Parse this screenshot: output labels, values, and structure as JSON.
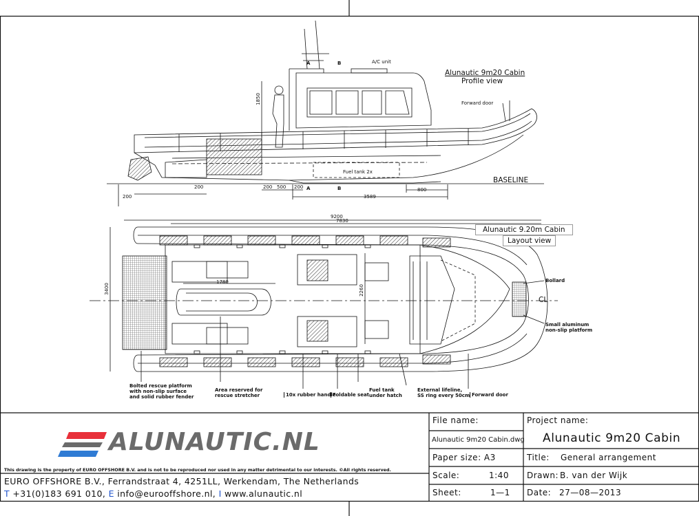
{
  "profile": {
    "title": "Alunautic 9m20 Cabin",
    "subtitle": "Profile view",
    "labels": {
      "ac_unit": "A/C unit",
      "forward_door": "Forward door",
      "fuel_tank": "Fuel tank 2x",
      "baseline": "BASELINE",
      "section_a": "A",
      "section_b": "B"
    },
    "dimensions": {
      "height": "1850",
      "d200a": "200",
      "d200b": "200",
      "d500": "500",
      "d200c": "200",
      "d200d": "200",
      "d3589": "3589",
      "d800": "800"
    }
  },
  "layout": {
    "title": "Alunautic  9.20m  Cabin",
    "subtitle": "Layout  view",
    "dimensions": {
      "overall_length": "9200",
      "inner_length": "7830",
      "beam": "3400",
      "d1780": "1780",
      "d2260": "2260"
    },
    "labels": {
      "cl": "CL",
      "bollard": "Bollard",
      "platform": "Small aluminum\nnon-slip platform",
      "rescue_platform": "Bolted rescue platform\nwith non-slip surface\nand solid rubber fender",
      "stretcher": "Area reserved for\nrescue stretcher",
      "rubber_handle": "10x rubber handle",
      "foldable_seat": "Foldable seat",
      "fuel_tank_hatch": "Fuel tank\nunder hatch",
      "lifeline": "External lifeline,\nSS ring every 50cm",
      "forward_door": "Forward door"
    }
  },
  "title_block": {
    "logo_text": "ALUNAUTIC.NL",
    "disclaimer": "This drawing is the property of EURO OFFSHORE B.V. and is not to be reproduced nor used in any matter detrimental to our interests. ©All rights reserved.",
    "company": "EURO OFFSHORE B.V., Ferrandstraat 4, 4251LL, Werkendam, The Netherlands",
    "contact_t": "T",
    "contact_phone": "+31(0)183 691 010,",
    "contact_e": "E",
    "contact_email": "info@eurooffshore.nl,",
    "contact_i": "I",
    "contact_web": "www.alunautic.nl",
    "file_name_label": "File name:",
    "file_name": "Alunautic 9m20 Cabin.dwg",
    "paper_size": "Paper size: A3",
    "scale_label": "Scale:",
    "scale": "1:40",
    "sheet_label": "Sheet:",
    "sheet": "1—1",
    "project_name_label": "Project name:",
    "project_name": "Alunautic  9m20  Cabin",
    "title_label": "Title:",
    "title": "General arrangement",
    "drawn_label": "Drawn:",
    "drawn": "B. van der Wijk",
    "date_label": "Date:",
    "date": "27—08—2013"
  },
  "colors": {
    "line": "#111111",
    "logo_red": "#e8303a",
    "logo_blue": "#2f7bd4",
    "logo_gray": "#6b6b6b",
    "contact_blue": "#2255cc",
    "hatch": "#444444"
  }
}
